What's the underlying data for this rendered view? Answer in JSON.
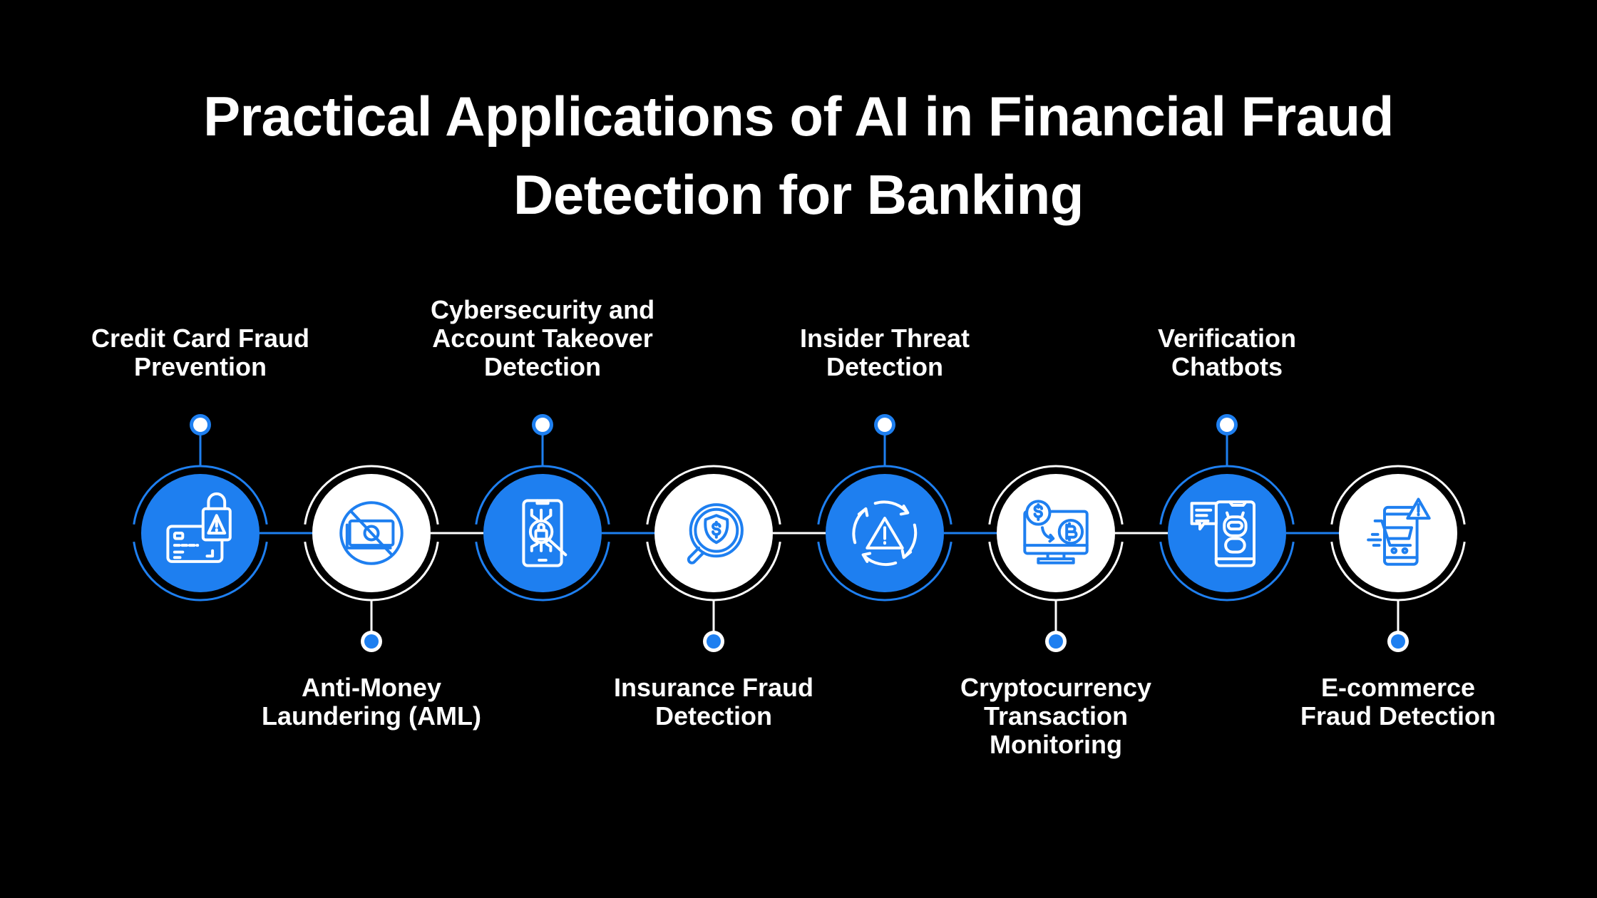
{
  "title": {
    "line1": "Practical Applications of AI in Financial Fraud",
    "line2": "Detection for Banking"
  },
  "colors": {
    "background": "#000000",
    "accent": "#1E7FF0",
    "light": "#FFFFFF",
    "text": "#FFFFFF"
  },
  "steps": [
    {
      "label_lines": [
        "Credit Card Fraud",
        "Prevention"
      ],
      "position": "top",
      "variant": "blue",
      "icon": "credit-card-lock-warning-icon"
    },
    {
      "label_lines": [
        "Anti-Money",
        "Laundering (AML)"
      ],
      "position": "bottom",
      "variant": "white",
      "icon": "no-cash-icon"
    },
    {
      "label_lines": [
        "Cybersecurity and",
        "Account Takeover",
        "Detection"
      ],
      "position": "top",
      "variant": "blue",
      "icon": "phone-lock-search-icon"
    },
    {
      "label_lines": [
        "Insurance Fraud",
        "Detection"
      ],
      "position": "bottom",
      "variant": "white",
      "icon": "shield-dollar-search-icon"
    },
    {
      "label_lines": [
        "Insider Threat",
        "Detection"
      ],
      "position": "top",
      "variant": "blue",
      "icon": "warning-cycle-icon"
    },
    {
      "label_lines": [
        "Cryptocurrency",
        "Transaction Monitoring"
      ],
      "position": "bottom",
      "variant": "white",
      "icon": "monitor-dollar-bitcoin-icon"
    },
    {
      "label_lines": [
        "Verification",
        "Chatbots"
      ],
      "position": "top",
      "variant": "blue",
      "icon": "phone-chatbot-icon"
    },
    {
      "label_lines": [
        "E-commerce",
        "Fraud Detection"
      ],
      "position": "bottom",
      "variant": "white",
      "icon": "phone-cart-warning-icon"
    }
  ]
}
